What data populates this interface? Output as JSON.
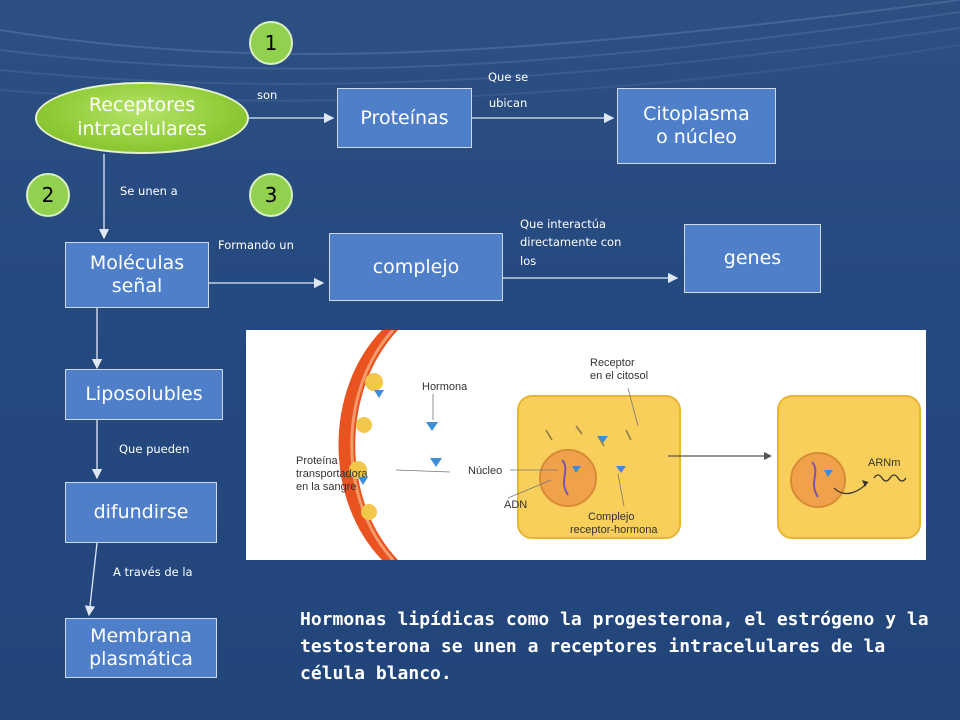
{
  "nodes": {
    "receptores": "Receptores\nintracelulares",
    "proteinas": "Proteínas",
    "citoplasma": "Citoplasma\no núcleo",
    "moleculas": "Moléculas\nseñal",
    "complejo": "complejo",
    "genes": "genes",
    "liposolubles": "Liposolubles",
    "difundirse": "difundirse",
    "membrana": "Membrana\nplasmática"
  },
  "numbers": [
    "1",
    "2",
    "3"
  ],
  "labels": {
    "son": "son",
    "que_se_ubican": "Que se\nubican",
    "se_unen_a": "Se unen a",
    "formando_un": "Formando un",
    "que_interactua": "Que interactúa\ndirectamente con\nlos",
    "que_pueden": "Que pueden",
    "a_traves_de_la": "A través de la"
  },
  "figure_labels": {
    "receptor": "Receptor\nen el citosol",
    "hormona": "Hormona",
    "proteina": "Proteína\ntransportadora\nen la sangre",
    "nucleo": "Núcleo",
    "adn": "ADN",
    "complejo": "Complejo\nreceptor-hormona",
    "arnm": "ARNm"
  },
  "caption": "Hormonas lipídicas como la progesterona, el estrógeno y la testosterona se unen a receptores intracelulares de la célula blanco.",
  "colors": {
    "background": "#22457a",
    "box": "#4f7fc8",
    "oval": "#8fcb36",
    "number_circle": "#92d050",
    "vessel": "#e8531f",
    "cell": "#f7cf5a"
  }
}
